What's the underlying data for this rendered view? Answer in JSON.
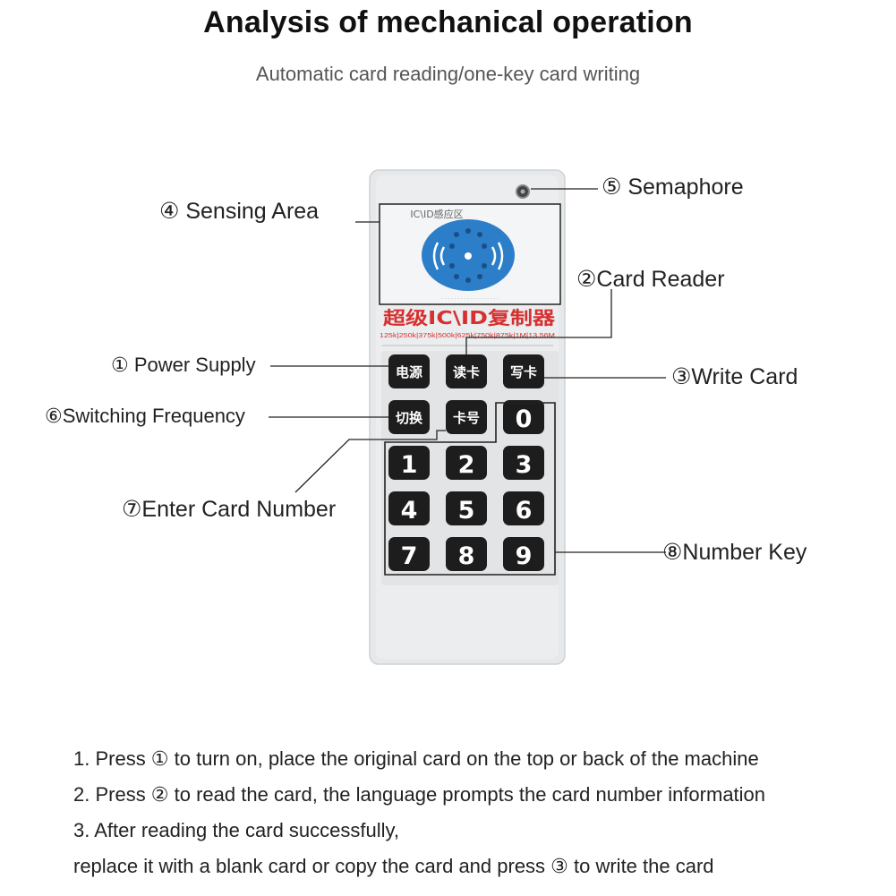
{
  "header": {
    "title": "Analysis of mechanical operation",
    "subtitle": "Automatic card reading/one-key card writing"
  },
  "callouts": {
    "sensing_area": "④ Sensing Area",
    "semaphore": "⑤ Semaphore",
    "card_reader": "②Card Reader",
    "power_supply": "① Power Supply",
    "write_card": "③Write Card",
    "switching_frequency": "⑥Switching Frequency",
    "enter_card_number": "⑦Enter Card Number",
    "number_key": "⑧Number Key"
  },
  "device": {
    "sensor_label": "IC\\ID感应区",
    "product_name": "超级IC\\ID复制器",
    "frequency_line": "125k|250k|375k|500k|625k|750k|875k|1M|13.56M",
    "top_keys": [
      "电源",
      "读卡",
      "写卡"
    ],
    "second_row_keys": [
      "切换",
      "卡号"
    ],
    "number_keys": [
      "0",
      "1",
      "2",
      "3",
      "4",
      "5",
      "6",
      "7",
      "8",
      "9"
    ]
  },
  "colors": {
    "body": "#e6e8ea",
    "panel": "#eff0f1",
    "key": "#1d1d1d",
    "sensor_blue": "#2d7ec9",
    "product_red": "#d63030"
  },
  "instructions": {
    "line1": "1. Press ① to turn on, place the original card on the top or back of the machine",
    "line2": "2. Press ② to read the card, the language prompts the card number information",
    "line3": "3. After reading the card successfully,",
    "line4": "replace it with a blank card or copy the card and press ③ to write the card"
  }
}
